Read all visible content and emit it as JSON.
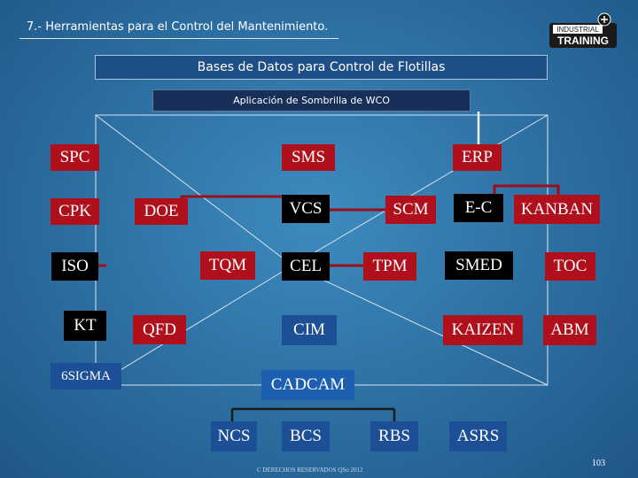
{
  "header": {
    "title": "7.- Herramientas para el Control del Mantenimiento.",
    "logo_top": "INDUSTRIAL",
    "logo_main": "TRAINING"
  },
  "banner": {
    "title": "Bases de Datos para Control de Flotillas"
  },
  "subbanner": {
    "title": "Aplicación de Sombrilla de WCO"
  },
  "nodes": {
    "spc": "SPC",
    "sms": "SMS",
    "erp": "ERP",
    "cpk": "CPK",
    "doe": "DOE",
    "vcs": "VCS",
    "scm": "SCM",
    "ec": "E-C",
    "kanban": "KANBAN",
    "iso": "ISO",
    "tqm": "TQM",
    "cel": "CEL",
    "tpm": "TPM",
    "smed": "SMED",
    "toc": "TOC",
    "kt": "KT",
    "qfd": "QFD",
    "cim": "CIM",
    "kaizen": "KAIZEN",
    "abm": "ABM",
    "sixsigma": "6SIGMA",
    "cadcam": "CADCAM",
    "ncs": "NCS",
    "bcs": "BCS",
    "rbs": "RBS",
    "asrs": "ASRS"
  },
  "footer": {
    "copyright": "C DERECHOS RESERVADOS QSo 2012",
    "page": "103"
  },
  "colors": {
    "red": "#b0101c",
    "black": "#000000",
    "blue": "#1d4f96",
    "background": "#2f73a6"
  }
}
